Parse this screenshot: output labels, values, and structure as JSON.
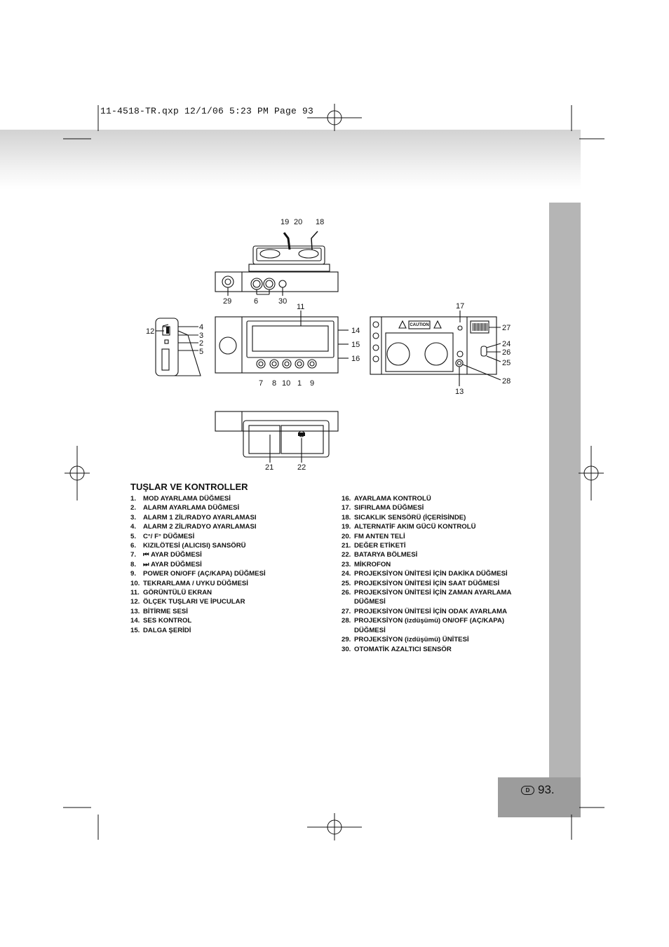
{
  "header": {
    "slug": "11-4518-TR.qxp  12/1/06  5:23 PM  Page 93"
  },
  "page": {
    "badge": "D",
    "number": "93."
  },
  "section": {
    "title": "TUŞLAR VE KONTROLLER"
  },
  "callouts": {
    "top": [
      "19",
      "20",
      "18"
    ],
    "front_top": [
      "29",
      "6",
      "30"
    ],
    "display": "11",
    "side_left": [
      "12",
      "4",
      "3",
      "2",
      "5"
    ],
    "side_right": [
      "14",
      "15",
      "16"
    ],
    "buttons": [
      "7",
      "8",
      "10",
      "1",
      "9"
    ],
    "back": [
      "17",
      "27",
      "24",
      "26",
      "25",
      "28",
      "13"
    ],
    "bottom": [
      "21",
      "22"
    ]
  },
  "labels": {
    "caution": "CAUTION"
  },
  "items_left": [
    {
      "n": "1.",
      "t": "MOD AYARLAMA DÜĞMESİ"
    },
    {
      "n": "2.",
      "t": "ALARM AYARLAMA DÜĞMESİ"
    },
    {
      "n": "3.",
      "t": "ALARM 1 ZİL/RADYO AYARLAMASI"
    },
    {
      "n": "4.",
      "t": "ALARM 2 ZİL/RADYO AYARLAMASI"
    },
    {
      "n": "5.",
      "t": "C°/ F° DÜĞMESİ"
    },
    {
      "n": "6.",
      "t": "KIZILÖTESİ (ALICISI) SANSÖRÜ"
    },
    {
      "n": "7.",
      "t": "⏮ AYAR DÜĞMESİ"
    },
    {
      "n": "8.",
      "t": "⏭ AYAR DÜĞMESİ"
    },
    {
      "n": "9.",
      "t": "POWER ON/OFF (AÇ/KAPA) DÜĞMESİ"
    },
    {
      "n": "10.",
      "t": "TEKRARLAMA / UYKU DÜĞMESİ"
    },
    {
      "n": "11.",
      "t": "GÖRÜNTÜLÜ EKRAN"
    },
    {
      "n": "12.",
      "t": "ÖLÇEK TUŞLARI VE İPUCULAR"
    },
    {
      "n": "13.",
      "t": "BİTİRME SESİ"
    },
    {
      "n": "14.",
      "t": "SES KONTROL"
    },
    {
      "n": "15.",
      "t": "DALGA ŞERİDİ"
    }
  ],
  "items_right": [
    {
      "n": "16.",
      "t": "AYARLAMA KONTROLÜ"
    },
    {
      "n": "17.",
      "t": "SIFIRLAMA DÜĞMESİ"
    },
    {
      "n": "18.",
      "t": "SICAKLIK SENSÖRÜ (İÇERİSİNDE)"
    },
    {
      "n": "19.",
      "t": "ALTERNATİF AKIM GÜCÜ KONTROLÜ"
    },
    {
      "n": "20.",
      "t": "FM ANTEN TELİ"
    },
    {
      "n": "21.",
      "t": "DEĞER ETİKETİ"
    },
    {
      "n": "22.",
      "t": "BATARYA BÖLMESİ"
    },
    {
      "n": "23.",
      "t": "MİKROFON"
    },
    {
      "n": "24.",
      "t": "PROJEKSİYON ÜNİTESİ İÇİN DAKİKA DÜĞMESİ"
    },
    {
      "n": "25.",
      "t": "PROJEKSİYON ÜNİTESİ İÇİN SAAT DÜĞMESİ"
    },
    {
      "n": "26.",
      "t": "PROJEKSİYON ÜNİTESİ İÇİN ZAMAN AYARLAMA DÜĞMESİ"
    },
    {
      "n": "27.",
      "t": "PROJEKSİYON ÜNİTESİ İÇİN ODAK AYARLAMA"
    },
    {
      "n": "28.",
      "t": "PROJEKSİYON (izdüşümü) ON/OFF (AÇ/KAPA) DÜĞMESİ"
    },
    {
      "n": "29.",
      "t": "PROJEKSİYON (izdüşümü) ÜNİTESİ"
    },
    {
      "n": "30.",
      "t": "OTOMATİK AZALTICI SENSÖR"
    }
  ]
}
